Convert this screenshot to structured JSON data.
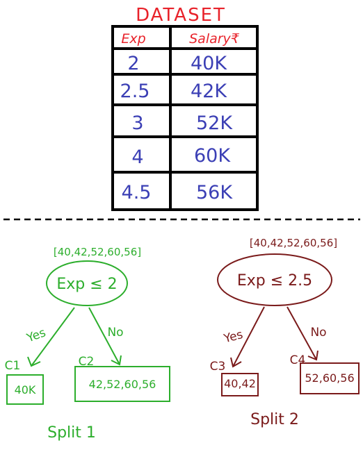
{
  "dataset": {
    "title": "DATASET",
    "headers": [
      "Exp",
      "Salary₹"
    ],
    "rows": [
      [
        "2",
        "40K"
      ],
      [
        "2.5",
        "42K"
      ],
      [
        "3",
        "52K"
      ],
      [
        "4",
        "60K"
      ],
      [
        "4.5",
        "56K"
      ]
    ]
  },
  "split1": {
    "values": "[40,42,52,60,56]",
    "node": "Exp ≤ 2",
    "yes": "Yes",
    "no": "No",
    "c1_label": "C1",
    "c1_values": "40K",
    "c2_label": "C2",
    "c2_values": "42,52,60,56",
    "caption": "Split 1",
    "color": "#2cae2c"
  },
  "split2": {
    "values": "[40,42,52,60,56]",
    "node": "Exp ≤ 2.5",
    "yes": "Yes",
    "no": "No",
    "c3_label": "C3",
    "c3_values": "40,42",
    "c4_label": "C4",
    "c4_values": "52,60,56",
    "caption": "Split 2",
    "color": "#7a1a1a"
  }
}
